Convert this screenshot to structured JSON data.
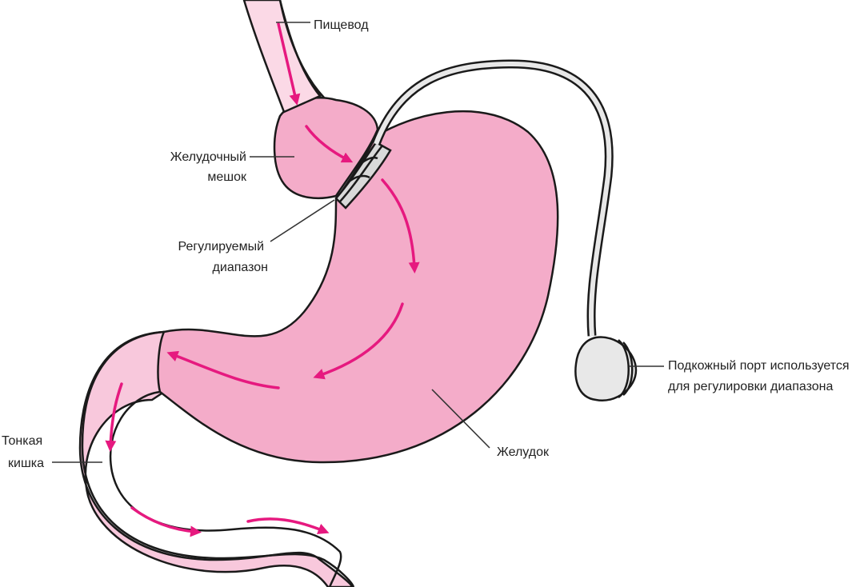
{
  "colors": {
    "organ_fill": "#f4acc9",
    "organ_light": "#f8c8dc",
    "esophagus_light": "#fbd9e6",
    "outline": "#1a1a1a",
    "arrow": "#e6197f",
    "band_fill": "#d9d9d9",
    "tube_fill": "#e8e8e8"
  },
  "labels": {
    "esophagus": "Пищевод",
    "pouch_line1": "Желудочный",
    "pouch_line2": "мешок",
    "band_line1": "Регулируемый",
    "band_line2": "диапазон",
    "port_line1": "Подкожный порт используется",
    "port_line2": "для  регулировки диапазона",
    "stomach": "Желудок",
    "intestine_line1": "Тонкая",
    "intestine_line2": "кишка"
  }
}
